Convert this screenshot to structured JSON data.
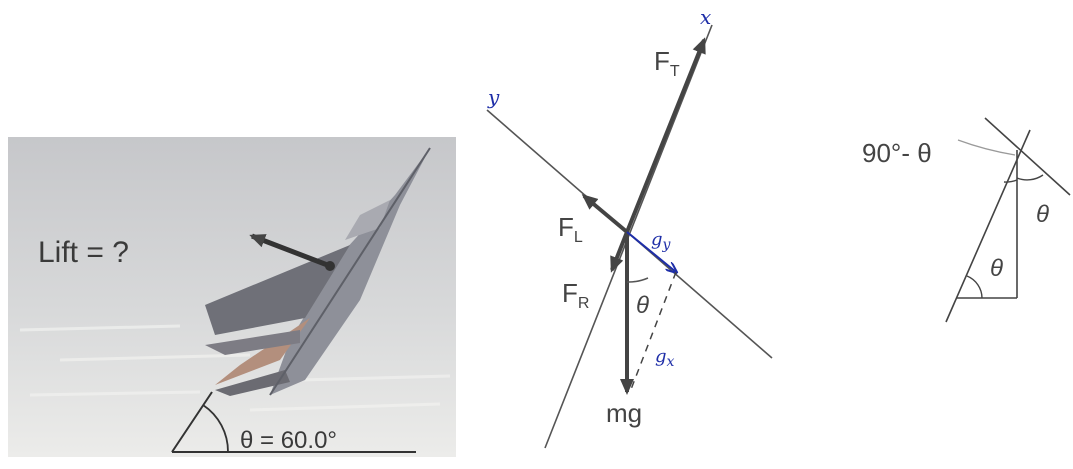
{
  "panel_photo": {
    "lift_label": "Lift = ?",
    "angle_label": "θ = 60.0°"
  },
  "panel_fbd": {
    "axis_x": "x",
    "axis_y": "y",
    "thrust": {
      "main": "F",
      "sub": "T"
    },
    "lift": {
      "main": "F",
      "sub": "L"
    },
    "drag": {
      "main": "F",
      "sub": "R"
    },
    "weight": "mg",
    "theta": "θ",
    "g_y_main": "g",
    "g_y_sub": "y",
    "g_x_main": "g",
    "g_x_sub": "x"
  },
  "panel_geometry": {
    "complement_label": "90°- θ",
    "theta_1": "θ",
    "theta_2": "θ"
  },
  "colors": {
    "ink": "#3a3a3a",
    "handwriting": "#1e2ea8",
    "photo_sky_top": "#c9cacc",
    "photo_sky_bottom": "#e6e6e4",
    "jet_body": "#8a8c94"
  }
}
